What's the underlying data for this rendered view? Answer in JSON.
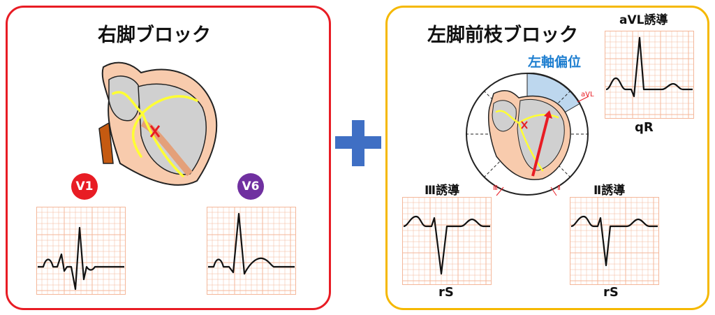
{
  "left_panel": {
    "title": "右脚ブロック",
    "leads": [
      {
        "name": "V1",
        "color": "#e81c24"
      },
      {
        "name": "V6",
        "color": "#7030a0"
      }
    ]
  },
  "plus_sign": "+",
  "right_panel": {
    "title": "左脚前枝ブロック",
    "axis_label": "左軸偏位",
    "axis_label_color": "#1f7fd0",
    "axis_lead_labels": {
      "avl": "aVL",
      "ii": "Ⅱ",
      "iii": "Ⅲ"
    },
    "leads": [
      {
        "name": "aVL誘導",
        "pattern": "qR"
      },
      {
        "name": "Ⅲ誘導",
        "pattern": "rS"
      },
      {
        "name": "Ⅱ誘導",
        "pattern": "rS"
      }
    ]
  },
  "colors": {
    "left_border": "#e81c24",
    "right_border": "#f5b800",
    "plus": "#3f6fc4",
    "grid": "#f4b79a",
    "conduction": "#ffff33"
  }
}
